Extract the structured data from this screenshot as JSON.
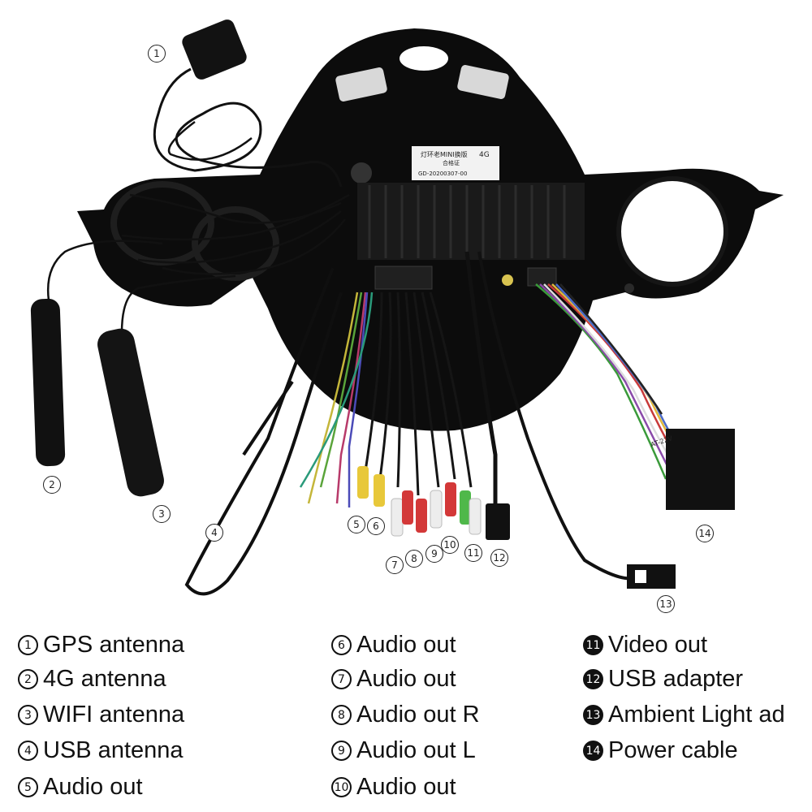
{
  "photo": {
    "unit_label_line1": "灯环老MINI换版",
    "unit_label_line2": "合格证",
    "unit_label_badge": "4G",
    "unit_label_serial": "GD-20200307-00",
    "wire_tag": "AT-22V"
  },
  "callouts": [
    "1",
    "2",
    "3",
    "4",
    "5",
    "6",
    "7",
    "8",
    "9",
    "10",
    "11",
    "12",
    "13",
    "14"
  ],
  "legend": {
    "col1": [
      {
        "num": "1",
        "text": "GPS antenna"
      },
      {
        "num": "2",
        "text": "4G antenna"
      },
      {
        "num": "3",
        "text": "WIFI antenna"
      },
      {
        "num": "4",
        "text": "USB antenna"
      },
      {
        "num": "5",
        "text": "Audio out"
      }
    ],
    "col2": [
      {
        "num": "6",
        "text": "Audio out"
      },
      {
        "num": "7",
        "text": "Audio out"
      },
      {
        "num": "8",
        "text": "Audio out R"
      },
      {
        "num": "9",
        "text": "Audio out L"
      },
      {
        "num": "10",
        "text": "Audio out"
      }
    ],
    "col3": [
      {
        "num": "11",
        "text": "Video out"
      },
      {
        "num": "12",
        "text": "USB adapter"
      },
      {
        "num": "13",
        "text": "Ambient Light ad"
      },
      {
        "num": "14",
        "text": "Power cable"
      }
    ]
  }
}
